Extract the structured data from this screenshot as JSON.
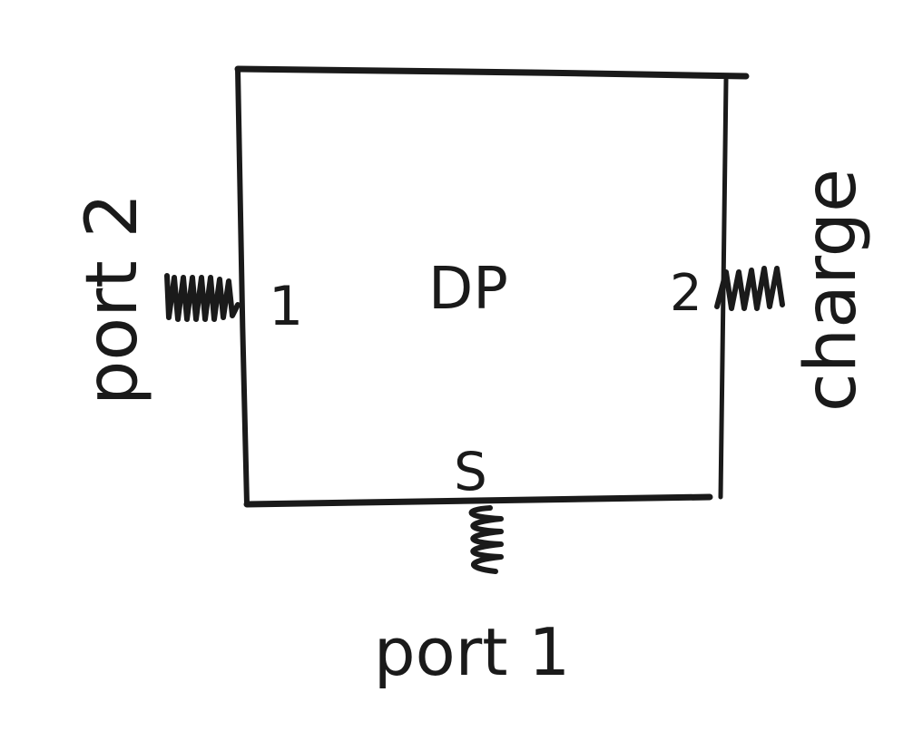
{
  "diagram": {
    "box_label": "DP",
    "terminals": {
      "left": "1",
      "right": "2",
      "bottom": "S"
    },
    "ports": {
      "left": "port 2",
      "bottom": "port 1",
      "right": "charge"
    },
    "colors": {
      "ink": "#1a1a1a",
      "background": "#ffffff"
    }
  }
}
